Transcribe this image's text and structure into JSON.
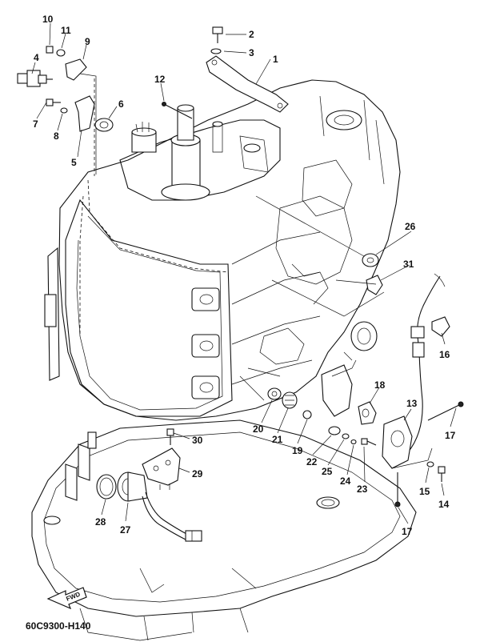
{
  "drawing_code": "60C9300-H140",
  "fwd_label": "FWD",
  "callouts": [
    "1",
    "2",
    "3",
    "4",
    "5",
    "6",
    "7",
    "8",
    "9",
    "10",
    "11",
    "12",
    "13",
    "14",
    "15",
    "16",
    "17",
    "17",
    "18",
    "19",
    "20",
    "21",
    "22",
    "23",
    "24",
    "25",
    "26",
    "27",
    "28",
    "29",
    "30",
    "31"
  ]
}
